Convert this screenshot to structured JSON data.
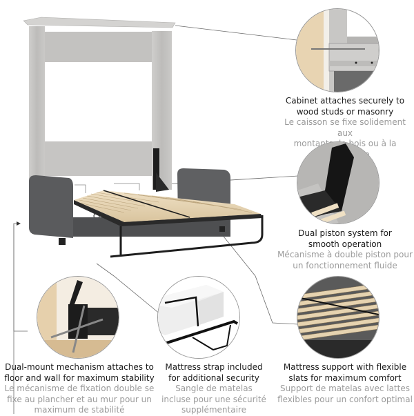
{
  "product": {
    "name": "Murphy wall bed cabinet with sofa",
    "cabinet_color": "#c9c8c6",
    "sofa_color": "#5a5b5d",
    "slat_color": "#e6d3b0",
    "frame_color": "#1e1e1e"
  },
  "leader_line_color": "#6a6a6a",
  "features": [
    {
      "id": "cabinet-attach",
      "title_en": "Cabinet attaches securely to wood studs or masonry",
      "title_en_lines": [
        "Cabinet attaches securely to",
        "wood studs or masonry"
      ],
      "title_fr_lines": [
        "Le caisson se fixe solidement aux",
        "montants de bois ou à la maçonnerie"
      ],
      "detail_icon": "wall-mount-bracket"
    },
    {
      "id": "dual-piston",
      "title_en_lines": [
        "Dual piston system for",
        "smooth operation"
      ],
      "title_fr_lines": [
        "Mécanisme à double piston pour",
        "un fonctionnement fluide"
      ],
      "detail_icon": "piston-arm"
    },
    {
      "id": "dual-mount",
      "title_en_lines": [
        "Dual-mount mechanism attaches to",
        "floor and wall for maximum stability"
      ],
      "title_fr_lines": [
        "Le mécanisme de fixation double se",
        "fixe au plancher et au mur pour un",
        "maximum de stabilité"
      ],
      "detail_icon": "floor-screw-mount"
    },
    {
      "id": "mattress-strap",
      "title_en_lines": [
        "Mattress strap included",
        "for additional security"
      ],
      "title_fr_lines": [
        "Sangle de matelas",
        "incluse pour une sécurité",
        "supplémentaire"
      ],
      "detail_icon": "mattress-strap"
    },
    {
      "id": "flexible-slats",
      "title_en_lines": [
        "Mattress support with flexible",
        "slats for maximum comfort"
      ],
      "title_fr_lines": [
        "Support de matelas avec lattes",
        "flexibles pour un confort optimal"
      ],
      "detail_icon": "wood-slats"
    }
  ]
}
